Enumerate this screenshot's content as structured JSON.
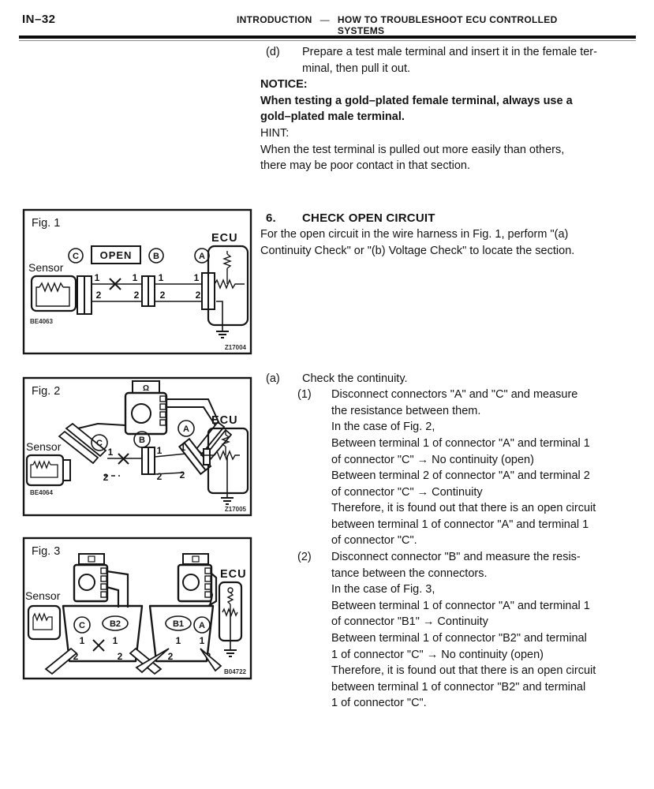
{
  "header": {
    "page_number": "IN–32",
    "section": "INTRODUCTION",
    "separator": "—",
    "title_line1": "HOW TO TROUBLESHOOT ECU CONTROLLED",
    "title_line2": "SYSTEMS"
  },
  "intro": {
    "item_d_label": "(d)",
    "item_d_lines": [
      "Prepare a test male terminal and insert it in the female ter-",
      "minal, then pull it out."
    ],
    "notice_label": "NOTICE:",
    "notice_lines": [
      "When testing a gold–plated female terminal, always use a",
      "gold–plated male terminal."
    ],
    "hint_label": "HINT:",
    "hint_lines": [
      "When the test terminal is pulled out more easily than others,",
      "there may be poor contact in that section."
    ]
  },
  "section6": {
    "number": "6.",
    "title": "CHECK OPEN CIRCUIT",
    "body_lines": [
      "For the open circuit in the wire harness in Fig. 1, perform \"(a)",
      "Continuity Check\" or \"(b) Voltage Check\" to locate the section."
    ]
  },
  "continuity": {
    "item_a_label": "(a)",
    "item_a_text": "Check the continuity.",
    "item_1_label": "(1)",
    "item_1_lines": [
      "Disconnect connectors \"A\" and \"C\" and measure",
      "the resistance between them.",
      "In the case of Fig. 2,",
      "Between terminal 1 of connector \"A\" and terminal 1",
      "of connector \"C\" → No continuity (open)",
      "Between terminal 2 of connector \"A\" and terminal 2",
      "of connector \"C\" → Continuity",
      "Therefore, it is found out that there is an open circuit",
      "between terminal 1 of connector \"A\" and terminal 1",
      "of connector \"C\"."
    ],
    "item_2_label": "(2)",
    "item_2_lines": [
      "Disconnect connector \"B\" and measure the resis-",
      "tance between the connectors.",
      "In the case of Fig. 3,",
      "Between terminal 1 of connector \"A\" and terminal 1",
      "of connector \"B1\" → Continuity",
      "Between terminal 1 of connector \"B2\" and terminal",
      "1 of connector \"C\" → No continuity (open)",
      "Therefore, it is found out that there is an open circuit",
      "between terminal 1 of connector \"B2\" and terminal",
      "1 of connector \"C\"."
    ]
  },
  "figures": {
    "fig1": {
      "title": "Fig. 1",
      "ecu": "ECU",
      "sensor": "Sensor",
      "open_label": "OPEN",
      "conn_c": "C",
      "conn_b": "B",
      "conn_a": "A",
      "t1": "1",
      "t2": "2",
      "code_left": "BE4063",
      "code_right": "Z17004"
    },
    "fig2": {
      "title": "Fig. 2",
      "ecu": "ECU",
      "sensor": "Sensor",
      "meter_display": "Ω",
      "conn_c": "C",
      "conn_b": "B",
      "conn_a": "A",
      "t1": "1",
      "t2": "2",
      "code_left": "BE4064",
      "code_right": "Z17005"
    },
    "fig3": {
      "title": "Fig. 3",
      "ecu": "ECU",
      "sensor": "Sensor",
      "conn_c": "C",
      "conn_b2": "B2",
      "conn_b1": "B1",
      "conn_a": "A",
      "t1": "1",
      "t2": "2",
      "code_right": "B04722"
    }
  }
}
